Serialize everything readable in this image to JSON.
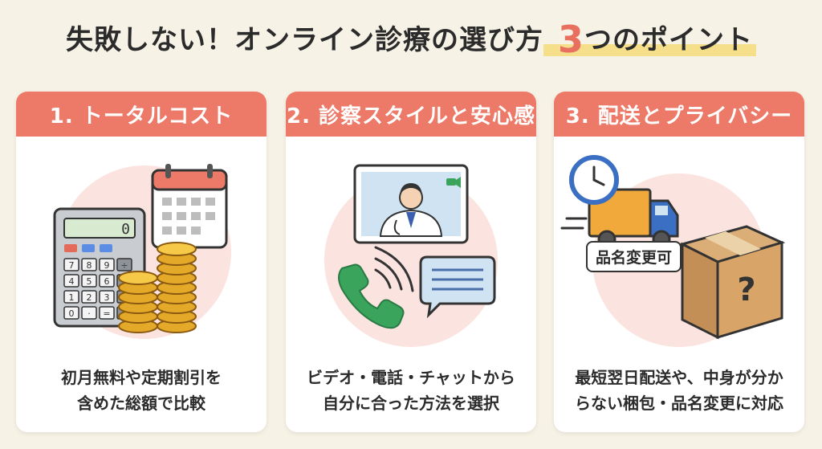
{
  "title": {
    "main": "失敗しない！オンライン診療の選び方",
    "number": "3",
    "suffix": "つのポイント"
  },
  "cards": [
    {
      "heading": "1. トータルコスト",
      "display_value": "0",
      "keypad": [
        "7",
        "8",
        "9",
        "÷",
        "4",
        "5",
        "6",
        "×",
        "1",
        "2",
        "3",
        "−",
        "0",
        "·",
        "=",
        "+"
      ],
      "lines": [
        "初月無料や定期割引を",
        "含めた総額で比較"
      ]
    },
    {
      "heading": "2. 診察スタイルと安心感",
      "lines": [
        "ビデオ・電話・チャットから",
        "自分に合った方法を選択"
      ]
    },
    {
      "heading": "3. 配送とプライバシー",
      "label": "品名変更可",
      "box_mark": "?",
      "lines": [
        "最短翌日配送や、中身が分か",
        "らない梱包・品名変更に対応"
      ]
    }
  ],
  "colors": {
    "background": "#f7f2e6",
    "accent": "#ed7a68",
    "highlight": "#f6df8a",
    "circle": "#fbe3df"
  },
  "icons": [
    "calendar-icon",
    "calculator-icon",
    "coins-icon",
    "doctor-video-icon",
    "phone-icon",
    "chat-bubble-icon",
    "clock-icon",
    "truck-icon",
    "package-icon"
  ]
}
